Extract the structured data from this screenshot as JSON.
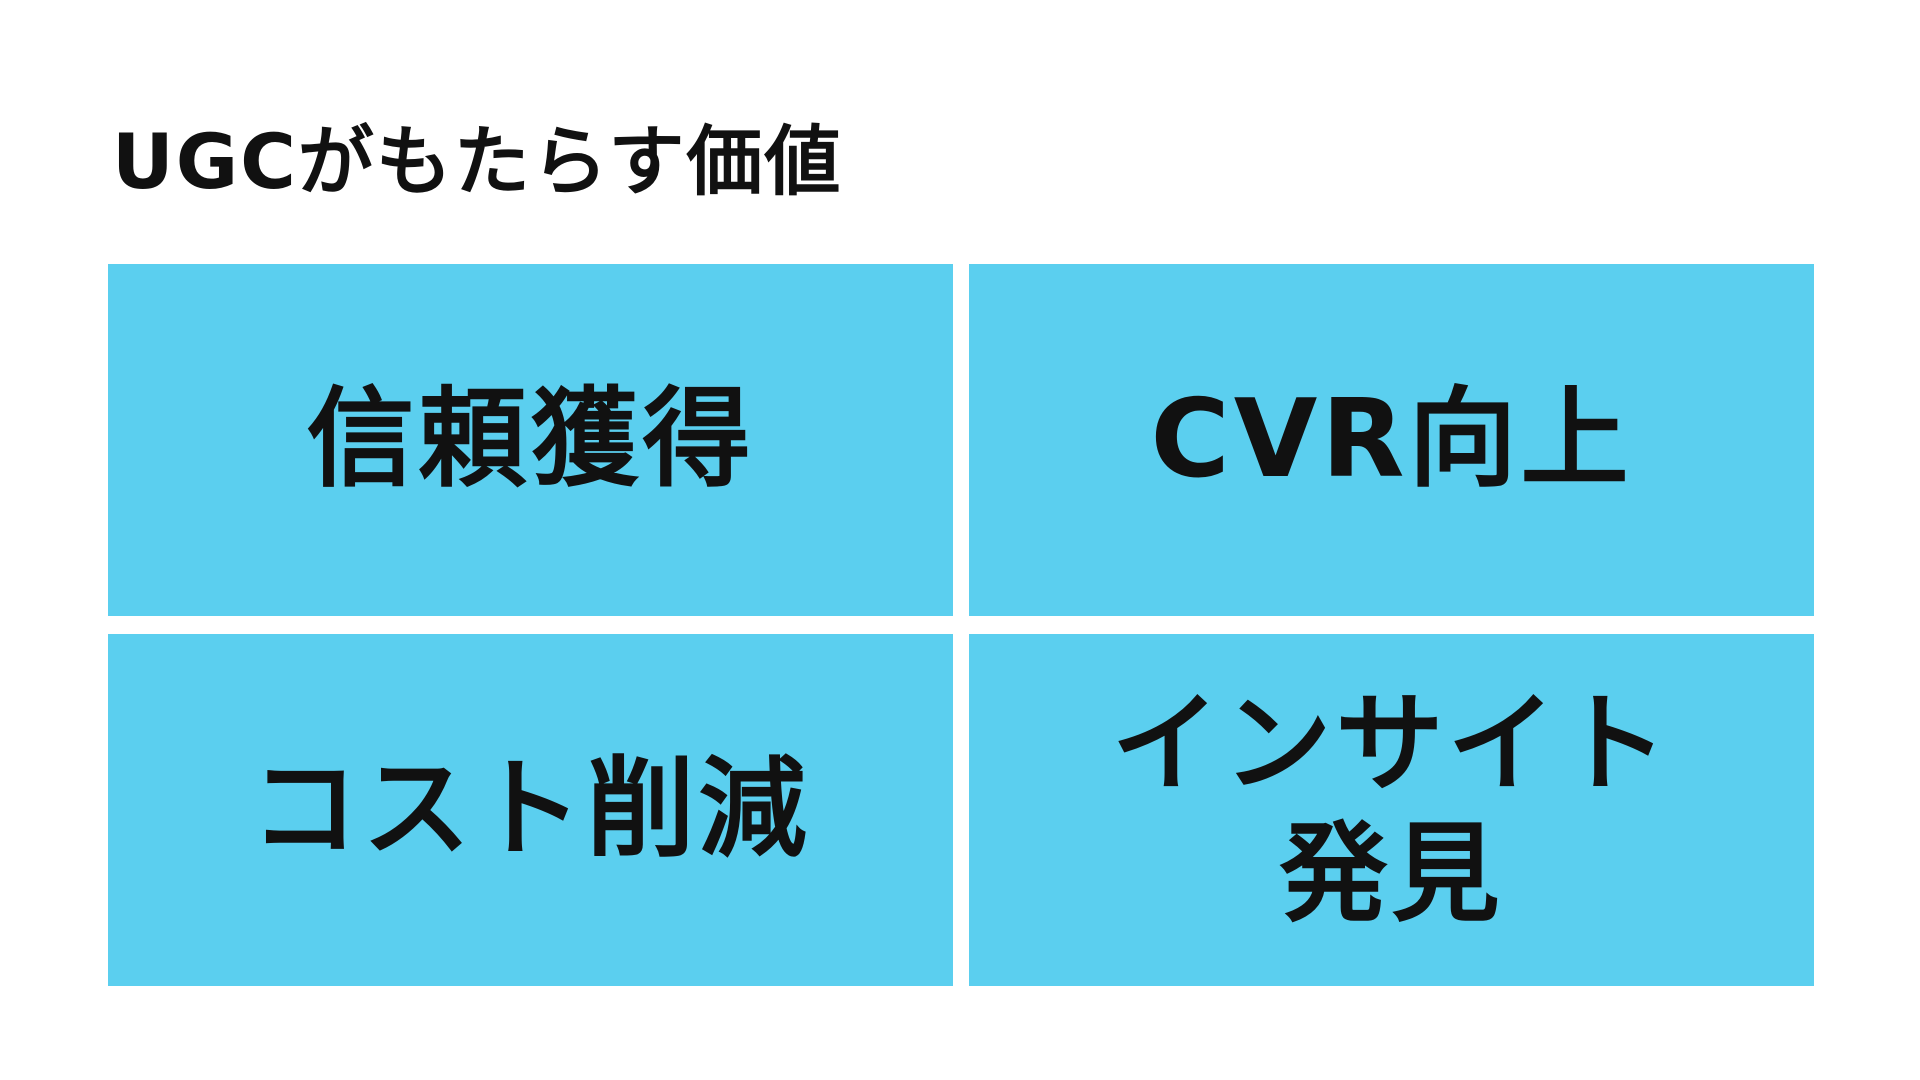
{
  "title": "UGCがもたらす価値",
  "colors": {
    "cell_fill": "#5bcfef",
    "text": "#111111",
    "background": "#ffffff"
  },
  "cells": [
    {
      "label": "信頼獲得"
    },
    {
      "label": "CVR向上"
    },
    {
      "label": "コスト削減"
    },
    {
      "label": "インサイト発見"
    }
  ]
}
